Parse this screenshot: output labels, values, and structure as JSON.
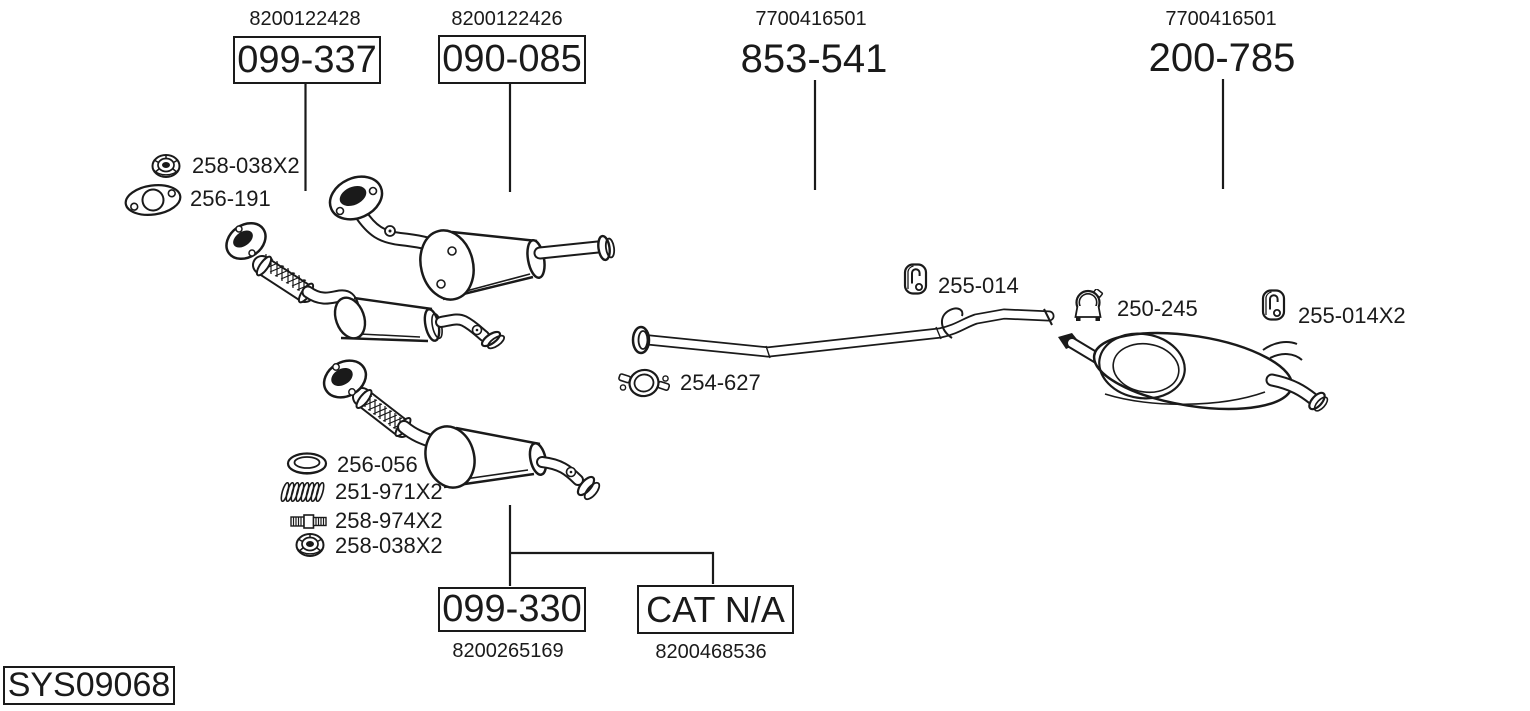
{
  "colors": {
    "ink": "#1a1a1a",
    "paper": "#ffffff"
  },
  "system": {
    "code": "SYS09068"
  },
  "main_parts": [
    {
      "oe_ref": "8200122428",
      "part_no": "099-337",
      "boxed": true
    },
    {
      "oe_ref": "8200122426",
      "part_no": "090-085",
      "boxed": true
    },
    {
      "oe_ref": "7700416501",
      "part_no": "853-541",
      "boxed": false
    },
    {
      "oe_ref": "7700416501",
      "part_no": "200-785",
      "boxed": false
    },
    {
      "oe_ref": "8200265169",
      "part_no": "099-330",
      "boxed": true
    },
    {
      "oe_ref": "8200468536",
      "part_no": "CAT N/A",
      "boxed": true
    }
  ],
  "hardware_parts": [
    {
      "icon": "flange-nut-icon",
      "part_no": "258-038X2"
    },
    {
      "icon": "flange-gasket-icon",
      "part_no": "256-191"
    },
    {
      "icon": "rubber-hanger-icon",
      "part_no": "255-014"
    },
    {
      "icon": "double-bolt-clamp-icon",
      "part_no": "254-627"
    },
    {
      "icon": "round-clamp-icon",
      "part_no": "250-245"
    },
    {
      "icon": "rubber-hanger-icon",
      "part_no": "255-014X2"
    },
    {
      "icon": "seal-ring-icon",
      "part_no": "256-056"
    },
    {
      "icon": "coil-spring-icon",
      "part_no": "251-971X2"
    },
    {
      "icon": "stud-bolt-icon",
      "part_no": "258-974X2"
    },
    {
      "icon": "flange-nut-icon",
      "part_no": "258-038X2"
    }
  ]
}
